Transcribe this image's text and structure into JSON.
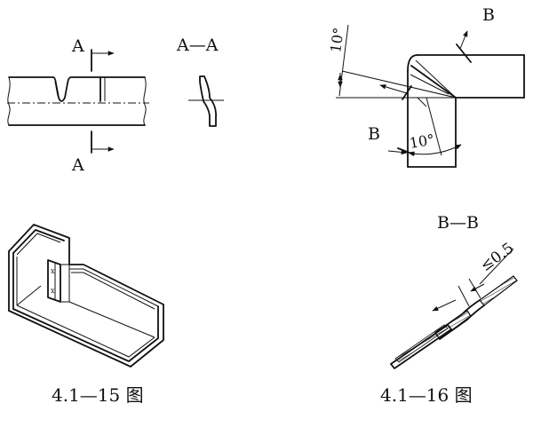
{
  "fig_15": {
    "section_label_top": "A",
    "section_label_bottom": "A",
    "section_title": "A—A",
    "mark_1": "x",
    "mark_2": "x",
    "caption": "4.1—15 图"
  },
  "fig_16": {
    "angle_top": "10°",
    "angle_bottom": "10°",
    "view_label_top": "B",
    "view_label_left": "B",
    "section_title": "B—B",
    "dimension": "≤0.5",
    "caption": "4.1—16 图"
  }
}
